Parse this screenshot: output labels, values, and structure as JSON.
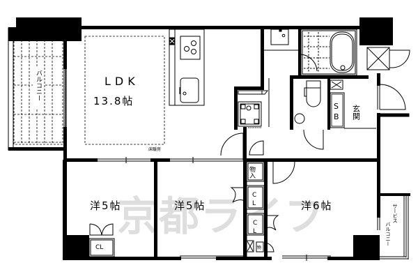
{
  "plan": {
    "rooms": {
      "ldk": {
        "name": "LDK",
        "size": "13.8帖"
      },
      "western1": {
        "label": "洋5帖"
      },
      "western2": {
        "label": "洋5帖"
      },
      "western3": {
        "label": "洋6帖"
      },
      "entrance": {
        "label": "玄関"
      },
      "shoe_box": {
        "label": "SB"
      },
      "storage": {
        "label": "物入"
      },
      "closet1": {
        "label": "CL"
      },
      "closet2": {
        "label": "CL"
      },
      "closet3": {
        "label": "CL"
      },
      "balcony": {
        "label": "バルコニー"
      },
      "service_balcony": {
        "line1": "サービス",
        "line2": "バルコニー"
      },
      "floor_heating": {
        "label": "床暖房"
      },
      "small_storage": {
        "label": "物"
      }
    },
    "watermark": "京都ライフ",
    "colors": {
      "wall": "#000000",
      "background": "#ffffff",
      "watermark": "#d9d9d9"
    }
  }
}
